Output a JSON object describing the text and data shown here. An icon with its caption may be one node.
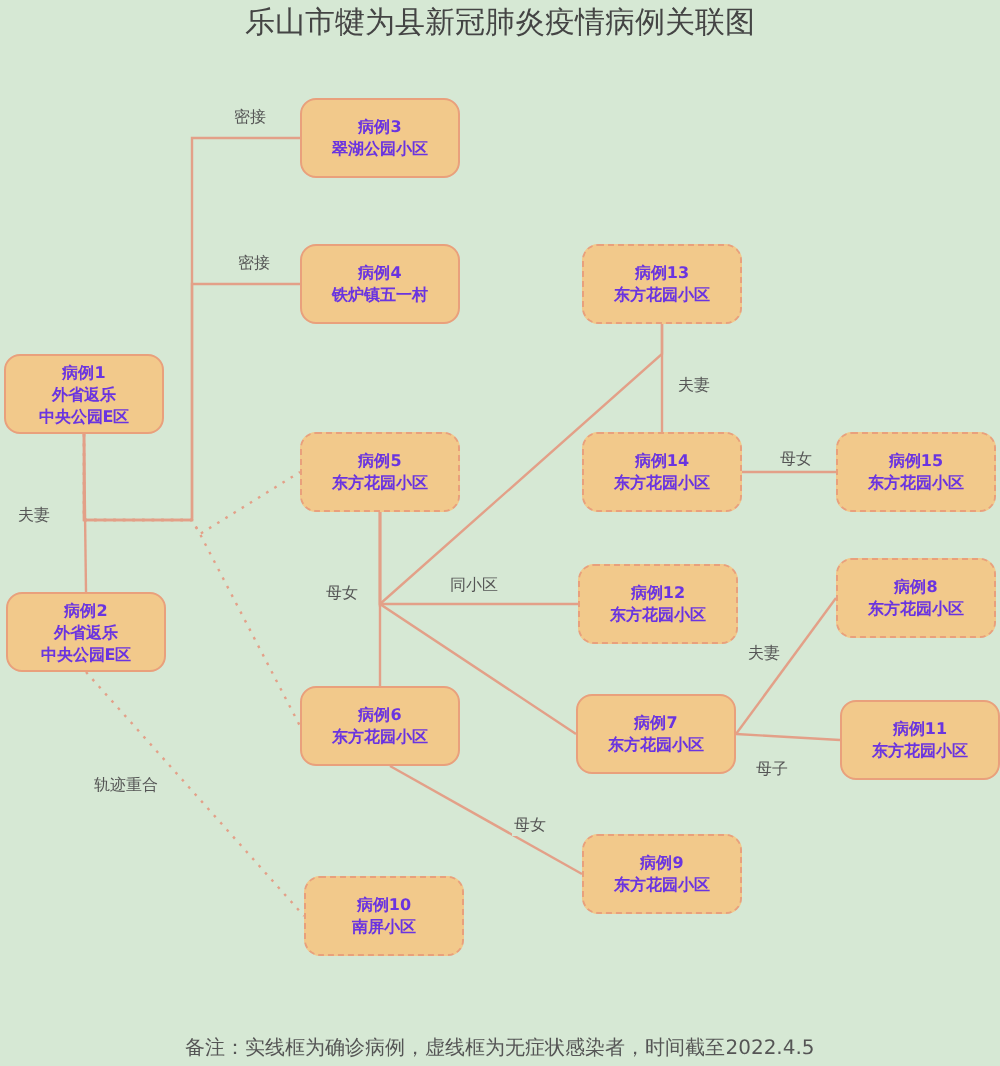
{
  "diagram": {
    "title": "乐山市犍为县新冠肺炎疫情病例关联图",
    "caption": "备注：实线框为确诊病例，虚线框为无症状感染者，时间截至2022.4.5",
    "nodes": [
      {
        "text": [
          "病例1",
          "外省返乐",
          "中央公园E区"
        ]
      },
      {
        "text": [
          "病例2",
          "外省返乐",
          "中央公园E区"
        ]
      },
      {
        "text": [
          "病例3",
          "翠湖公园小区"
        ]
      },
      {
        "text": [
          "病例4",
          "铁炉镇五一村"
        ]
      },
      {
        "text": [
          "病例5",
          "东方花园小区"
        ]
      },
      {
        "text": [
          "病例6",
          "东方花园小区"
        ]
      },
      {
        "text": [
          "病例7",
          "东方花园小区"
        ]
      },
      {
        "text": [
          "病例8",
          "东方花园小区"
        ]
      },
      {
        "text": [
          "病例9",
          "东方花园小区"
        ]
      },
      {
        "text": [
          "病例10",
          "南屏小区"
        ]
      },
      {
        "text": [
          "病例11",
          "东方花园小区"
        ]
      },
      {
        "text": [
          "病例12",
          "东方花园小区"
        ]
      },
      {
        "text": [
          "病例13",
          "东方花园小区"
        ]
      },
      {
        "text": [
          "病例14",
          "东方花园小区"
        ]
      },
      {
        "text": [
          "病例15",
          "东方花园小区"
        ]
      }
    ],
    "edges": [
      {
        "from": 0,
        "to": 1,
        "arrow": "none",
        "label": "夫妻"
      },
      {
        "from": 0,
        "to": 2,
        "arrow": "none",
        "label": "密接"
      },
      {
        "from": 0,
        "to": 3,
        "arrow": "none",
        "label": "密接"
      },
      {
        "from": 0,
        "to": 4,
        "arrow": "none",
        "style": "dashed"
      },
      {
        "from": 0,
        "to": 5,
        "arrow": "none",
        "style": "dashed"
      },
      {
        "from": 1,
        "to": 9,
        "arrow": "none",
        "style": "dashed",
        "label": "轨迹重合"
      },
      {
        "from": 4,
        "to": 5,
        "arrow": "none",
        "label": "母女"
      },
      {
        "from": 4,
        "to": 11,
        "arrow": "none",
        "label": "同小区"
      },
      {
        "from": 4,
        "to": 6,
        "arrow": "none"
      },
      {
        "from": 4,
        "to": 12,
        "arrow": "none"
      },
      {
        "from": 12,
        "to": 13,
        "arrow": "none",
        "label": "夫妻"
      },
      {
        "from": 13,
        "to": 14,
        "arrow": "none",
        "label": "母女"
      },
      {
        "from": 5,
        "to": 8,
        "arrow": "none",
        "label": "母女"
      },
      {
        "from": 6,
        "to": 7,
        "arrow": "none",
        "label": "夫妻"
      },
      {
        "from": 6,
        "to": 10,
        "arrow": "none",
        "label": "母子"
      }
    ]
  }
}
